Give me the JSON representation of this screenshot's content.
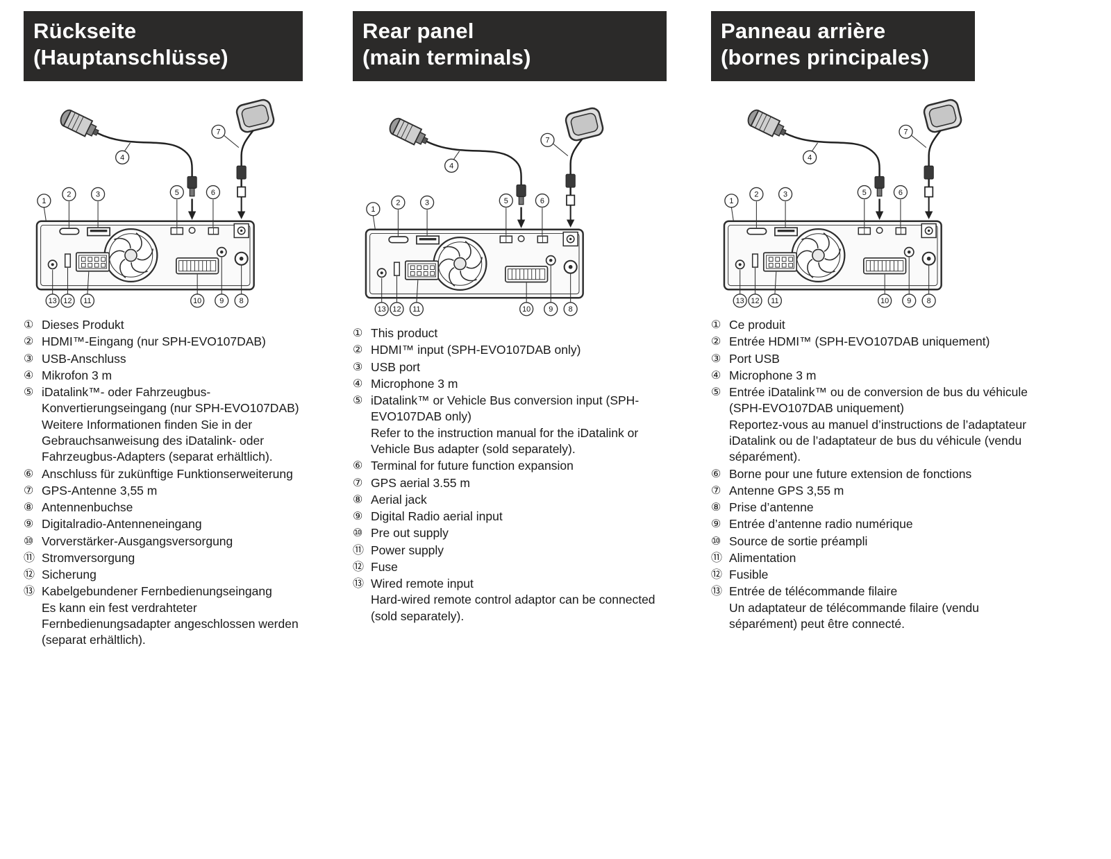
{
  "banner_color": "#2b2a29",
  "columns": [
    {
      "lang": "de",
      "title_line1": "Rückseite",
      "title_line2": "(Hauptanschlüsse)",
      "items": [
        {
          "num": "①",
          "label": "Dieses Produkt"
        },
        {
          "num": "②",
          "label": "HDMI™-Eingang (nur SPH-EVO107DAB)"
        },
        {
          "num": "③",
          "label": "USB-Anschluss"
        },
        {
          "num": "④",
          "label": "Mikrofon 3 m"
        },
        {
          "num": "⑤",
          "label": "iDatalink™- oder Fahrzeugbus-Konvertierungseingang (nur SPH-EVO107DAB)",
          "note": "Weitere Informationen finden Sie in der Gebrauchsanweisung des iDatalink- oder Fahrzeugbus-Adapters (separat erhältlich)."
        },
        {
          "num": "⑥",
          "label": "Anschluss für zukünftige Funktionserweiterung"
        },
        {
          "num": "⑦",
          "label": "GPS-Antenne 3,55 m"
        },
        {
          "num": "⑧",
          "label": "Antennenbuchse"
        },
        {
          "num": "⑨",
          "label": "Digitalradio-Antenneneingang"
        },
        {
          "num": "⑩",
          "label": "Vorverstärker-Ausgangsversorgung"
        },
        {
          "num": "⑪",
          "label": "Stromversorgung"
        },
        {
          "num": "⑫",
          "label": "Sicherung"
        },
        {
          "num": "⑬",
          "label": "Kabelgebundener Fernbedienungseingang",
          "note": "Es kann ein fest verdrahteter Fernbedienungsadapter angeschlossen werden (separat erhältlich)."
        }
      ]
    },
    {
      "lang": "en",
      "title_line1": "Rear panel",
      "title_line2": "(main terminals)",
      "items": [
        {
          "num": "①",
          "label": "This product"
        },
        {
          "num": "②",
          "label": "HDMI™ input (SPH-EVO107DAB only)"
        },
        {
          "num": "③",
          "label": "USB port"
        },
        {
          "num": "④",
          "label": "Microphone 3 m"
        },
        {
          "num": "⑤",
          "label": "iDatalink™ or Vehicle Bus conversion input (SPH-EVO107DAB only)",
          "note": "Refer to the instruction manual for the iDatalink or Vehicle Bus adapter (sold separately)."
        },
        {
          "num": "⑥",
          "label": "Terminal for future function expansion"
        },
        {
          "num": "⑦",
          "label": "GPS aerial 3.55 m"
        },
        {
          "num": "⑧",
          "label": "Aerial jack"
        },
        {
          "num": "⑨",
          "label": "Digital Radio aerial input"
        },
        {
          "num": "⑩",
          "label": "Pre out supply"
        },
        {
          "num": "⑪",
          "label": "Power supply"
        },
        {
          "num": "⑫",
          "label": "Fuse"
        },
        {
          "num": "⑬",
          "label": "Wired remote input",
          "note": "Hard-wired remote control adaptor can be connected (sold separately)."
        }
      ]
    },
    {
      "lang": "fr",
      "title_line1": "Panneau arrière",
      "title_line2": "(bornes principales)",
      "items": [
        {
          "num": "①",
          "label": "Ce produit"
        },
        {
          "num": "②",
          "label": "Entrée HDMI™ (SPH-EVO107DAB uniquement)"
        },
        {
          "num": "③",
          "label": "Port USB"
        },
        {
          "num": "④",
          "label": "Microphone 3 m"
        },
        {
          "num": "⑤",
          "label": "Entrée iDatalink™ ou de conversion de bus du véhicule (SPH-EVO107DAB uniquement)",
          "note": "Reportez-vous au manuel d’instructions de l’adaptateur iDatalink ou de l’adaptateur de bus du véhicule (vendu séparément)."
        },
        {
          "num": "⑥",
          "label": "Borne pour une future extension de fonctions"
        },
        {
          "num": "⑦",
          "label": "Antenne GPS 3,55 m"
        },
        {
          "num": "⑧",
          "label": "Prise d’antenne"
        },
        {
          "num": "⑨",
          "label": "Entrée d’antenne radio numérique"
        },
        {
          "num": "⑩",
          "label": "Source de sortie préampli"
        },
        {
          "num": "⑪",
          "label": "Alimentation"
        },
        {
          "num": "⑫",
          "label": "Fusible"
        },
        {
          "num": "⑬",
          "label": "Entrée de télécommande filaire",
          "note": "Un adaptateur de télécommande filaire (vendu séparément) peut être connecté."
        }
      ]
    }
  ],
  "diagram": {
    "callouts": {
      "c1": "1",
      "c2": "2",
      "c3": "3",
      "c4": "4",
      "c5": "5",
      "c6": "6",
      "c7": "7",
      "c8": "8",
      "c9": "9",
      "c10": "10",
      "c11": "11",
      "c12": "12",
      "c13": "13"
    }
  }
}
